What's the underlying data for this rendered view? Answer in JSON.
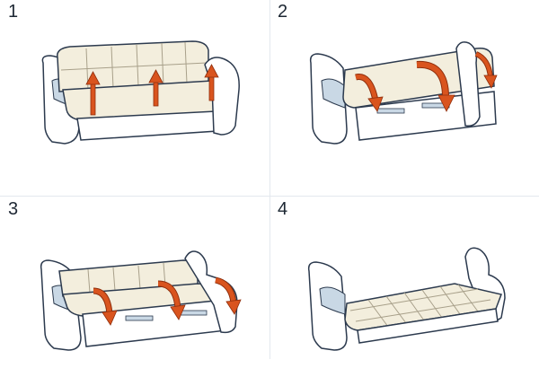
{
  "steps": [
    {
      "number": "1",
      "action": "lift-seat-up"
    },
    {
      "number": "2",
      "action": "tilt-backrest-forward"
    },
    {
      "number": "3",
      "action": "lower-seat-and-backrest"
    },
    {
      "number": "4",
      "action": "bed-unfolded"
    }
  ],
  "colors": {
    "cushion": "#f3eedd",
    "frame": "#ffffff",
    "outline": "#2c3a4e",
    "arrow": "#d9541e",
    "arrow_dark": "#8f2e0c",
    "shade": "#c9d8e5"
  }
}
